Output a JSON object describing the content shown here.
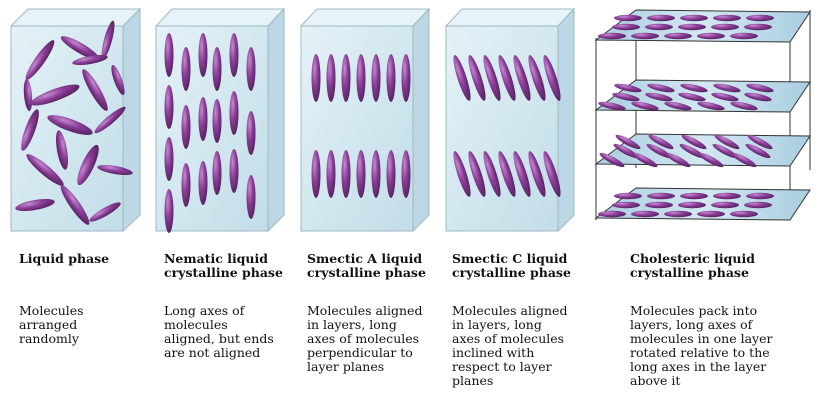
{
  "colors": {
    "molecule": "#8a3d96",
    "molecule_dark": "#4d1e57",
    "molecule_light": "#c58bd0",
    "box_face": "#cfe6ef",
    "box_top": "#dff0f6",
    "box_edge": "#9fb8c2",
    "layer_face": "#b9d9ea",
    "layer_edge": "#6f8fa0"
  },
  "phases": [
    {
      "id": "liquid",
      "title": "Liquid phase",
      "description": "Molecules\narranged\nrandomly",
      "icon": "random-molecules-box"
    },
    {
      "id": "nematic",
      "title": "Nematic liquid\ncrystalline phase",
      "description": "Long axes of\nmolecules\naligned, but ends\nare not aligned",
      "icon": "aligned-molecules-box"
    },
    {
      "id": "smectic-a",
      "title": "Smectic A liquid\ncrystalline phase",
      "description": "Molecules aligned\nin layers, long\naxes of molecules\nperpendicular to\nlayer planes",
      "icon": "layered-perpendicular-molecules-box"
    },
    {
      "id": "smectic-c",
      "title": "Smectic C liquid\ncrystalline phase",
      "description": "Molecules aligned\nin layers, long\naxes of molecules\ninclined with\nrespect to layer\nplanes",
      "icon": "layered-inclined-molecules-box"
    },
    {
      "id": "cholesteric",
      "title": "Cholesteric liquid\ncrystalline phase",
      "description": "Molecules pack into\nlayers, long axes of\nmolecules in one layer\nrotated relative to the\nlong axes in the layer\nabove it",
      "icon": "stacked-rotated-layers"
    }
  ]
}
